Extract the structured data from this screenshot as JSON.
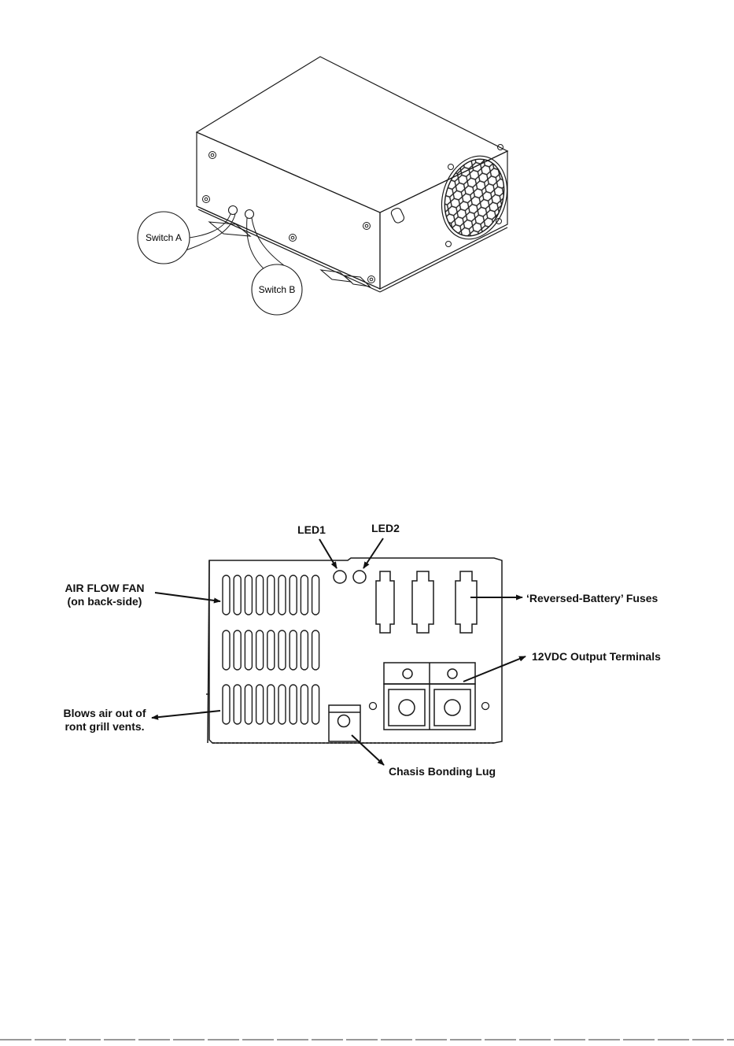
{
  "figure_top": {
    "switch_a_label": "Switch A",
    "switch_b_label": "Switch B"
  },
  "figure_bottom": {
    "led1_label": "LED1",
    "led2_label": "LED2",
    "fan_label_line1": "AIR FLOW FAN",
    "fan_label_line2": "(on back-side)",
    "blows_label_line1": "Blows air out of",
    "blows_label_line2": "ront grill vents.",
    "fuses_label": "‘Reversed-Battery’ Fuses",
    "terminals_label": "12VDC Output Terminals",
    "lug_label": "Chasis Bonding Lug"
  }
}
